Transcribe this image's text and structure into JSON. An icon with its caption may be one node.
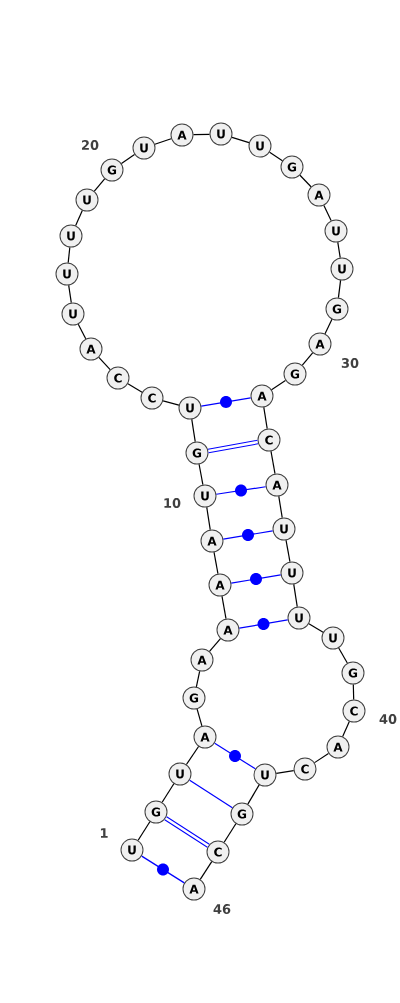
{
  "diagram": {
    "nodes": [
      {
        "text": [
          "U"
        ],
        "beside": [
          "1"
        ]
      },
      {
        "text": [
          "G"
        ]
      },
      {
        "text": [
          "U"
        ]
      },
      {
        "text": [
          "A"
        ]
      },
      {
        "text": [
          "G"
        ]
      },
      {
        "text": [
          "A"
        ]
      },
      {
        "text": [
          "A"
        ]
      },
      {
        "text": [
          "A"
        ]
      },
      {
        "text": [
          "A"
        ]
      },
      {
        "text": [
          "U"
        ],
        "beside": [
          "10"
        ]
      },
      {
        "text": [
          "G"
        ]
      },
      {
        "text": [
          "U"
        ]
      },
      {
        "text": [
          "C"
        ]
      },
      {
        "text": [
          "C"
        ]
      },
      {
        "text": [
          "A"
        ]
      },
      {
        "text": [
          "U"
        ]
      },
      {
        "text": [
          "U"
        ]
      },
      {
        "text": [
          "U"
        ]
      },
      {
        "text": [
          "U"
        ]
      },
      {
        "text": [
          "G"
        ],
        "beside": [
          "20"
        ]
      },
      {
        "text": [
          "U"
        ]
      },
      {
        "text": [
          "A"
        ]
      },
      {
        "text": [
          "U"
        ]
      },
      {
        "text": [
          "U"
        ]
      },
      {
        "text": [
          "G"
        ]
      },
      {
        "text": [
          "A"
        ]
      },
      {
        "text": [
          "U"
        ]
      },
      {
        "text": [
          "U"
        ]
      },
      {
        "text": [
          "G"
        ]
      },
      {
        "text": [
          "A"
        ],
        "beside": [
          "30"
        ]
      },
      {
        "text": [
          "G"
        ]
      },
      {
        "text": [
          "A"
        ]
      },
      {
        "text": [
          "C"
        ]
      },
      {
        "text": [
          "A"
        ]
      },
      {
        "text": [
          "U"
        ]
      },
      {
        "text": [
          "U"
        ]
      },
      {
        "text": [
          "U"
        ]
      },
      {
        "text": [
          "U"
        ]
      },
      {
        "text": [
          "G"
        ]
      },
      {
        "text": [
          "C"
        ],
        "beside": [
          "40"
        ]
      },
      {
        "text": [
          "A"
        ]
      },
      {
        "text": [
          "C"
        ]
      },
      {
        "text": [
          "U"
        ]
      },
      {
        "text": [
          "G"
        ]
      },
      {
        "text": [
          "C"
        ]
      },
      {
        "text": [
          "A"
        ],
        "beside": [
          "46"
        ]
      }
    ],
    "edges": [
      {
        "from": 0,
        "to": 1,
        "arrow": "none"
      },
      {
        "from": 1,
        "to": 2,
        "arrow": "none"
      },
      {
        "from": 2,
        "to": 3,
        "arrow": "none"
      },
      {
        "from": 3,
        "to": 4,
        "arrow": "none"
      },
      {
        "from": 4,
        "to": 5,
        "arrow": "none"
      },
      {
        "from": 5,
        "to": 6,
        "arrow": "none"
      },
      {
        "from": 6,
        "to": 7,
        "arrow": "none"
      },
      {
        "from": 7,
        "to": 8,
        "arrow": "none"
      },
      {
        "from": 8,
        "to": 9,
        "arrow": "none"
      },
      {
        "from": 9,
        "to": 10,
        "arrow": "none"
      },
      {
        "from": 10,
        "to": 11,
        "arrow": "none"
      },
      {
        "from": 11,
        "to": 12,
        "arrow": "none"
      },
      {
        "from": 12,
        "to": 13,
        "arrow": "none"
      },
      {
        "from": 13,
        "to": 14,
        "arrow": "none"
      },
      {
        "from": 14,
        "to": 15,
        "arrow": "none"
      },
      {
        "from": 15,
        "to": 16,
        "arrow": "none"
      },
      {
        "from": 16,
        "to": 17,
        "arrow": "none"
      },
      {
        "from": 17,
        "to": 18,
        "arrow": "none"
      },
      {
        "from": 18,
        "to": 19,
        "arrow": "none"
      },
      {
        "from": 19,
        "to": 20,
        "arrow": "none"
      },
      {
        "from": 20,
        "to": 21,
        "arrow": "none"
      },
      {
        "from": 21,
        "to": 22,
        "arrow": "none"
      },
      {
        "from": 22,
        "to": 23,
        "arrow": "none"
      },
      {
        "from": 23,
        "to": 24,
        "arrow": "none"
      },
      {
        "from": 24,
        "to": 25,
        "arrow": "none"
      },
      {
        "from": 25,
        "to": 26,
        "arrow": "none"
      },
      {
        "from": 26,
        "to": 27,
        "arrow": "none"
      },
      {
        "from": 27,
        "to": 28,
        "arrow": "none"
      },
      {
        "from": 28,
        "to": 29,
        "arrow": "none"
      },
      {
        "from": 29,
        "to": 30,
        "arrow": "none"
      },
      {
        "from": 30,
        "to": 31,
        "arrow": "none"
      },
      {
        "from": 31,
        "to": 32,
        "arrow": "none"
      },
      {
        "from": 32,
        "to": 33,
        "arrow": "none"
      },
      {
        "from": 33,
        "to": 34,
        "arrow": "none"
      },
      {
        "from": 34,
        "to": 35,
        "arrow": "none"
      },
      {
        "from": 35,
        "to": 36,
        "arrow": "none"
      },
      {
        "from": 36,
        "to": 37,
        "arrow": "none"
      },
      {
        "from": 37,
        "to": 38,
        "arrow": "none"
      },
      {
        "from": 38,
        "to": 39,
        "arrow": "none"
      },
      {
        "from": 39,
        "to": 40,
        "arrow": "none"
      },
      {
        "from": 40,
        "to": 41,
        "arrow": "none"
      },
      {
        "from": 41,
        "to": 42,
        "arrow": "none"
      },
      {
        "from": 42,
        "to": 43,
        "arrow": "none"
      },
      {
        "from": 43,
        "to": 44,
        "arrow": "none"
      },
      {
        "from": 44,
        "to": 45,
        "arrow": "none"
      },
      {
        "from": 0,
        "to": 45,
        "arrow": "none",
        "color": "#0000ff"
      },
      {
        "from": 1,
        "to": 44,
        "arrow": "none",
        "style": "thick",
        "color": "#0000ff"
      },
      {
        "from": 2,
        "to": 43,
        "arrow": "none",
        "color": "#0000ff"
      },
      {
        "from": 3,
        "to": 42,
        "arrow": "none",
        "color": "#0000ff"
      },
      {
        "from": 6,
        "to": 36,
        "arrow": "none",
        "color": "#0000ff"
      },
      {
        "from": 7,
        "to": 35,
        "arrow": "none",
        "color": "#0000ff"
      },
      {
        "from": 8,
        "to": 34,
        "arrow": "none",
        "color": "#0000ff"
      },
      {
        "from": 9,
        "to": 33,
        "arrow": "none",
        "color": "#0000ff"
      },
      {
        "from": 10,
        "to": 32,
        "arrow": "none",
        "style": "thick",
        "color": "#0000ff"
      },
      {
        "from": 11,
        "to": 31,
        "arrow": "none",
        "color": "#0000ff"
      }
    ]
  }
}
